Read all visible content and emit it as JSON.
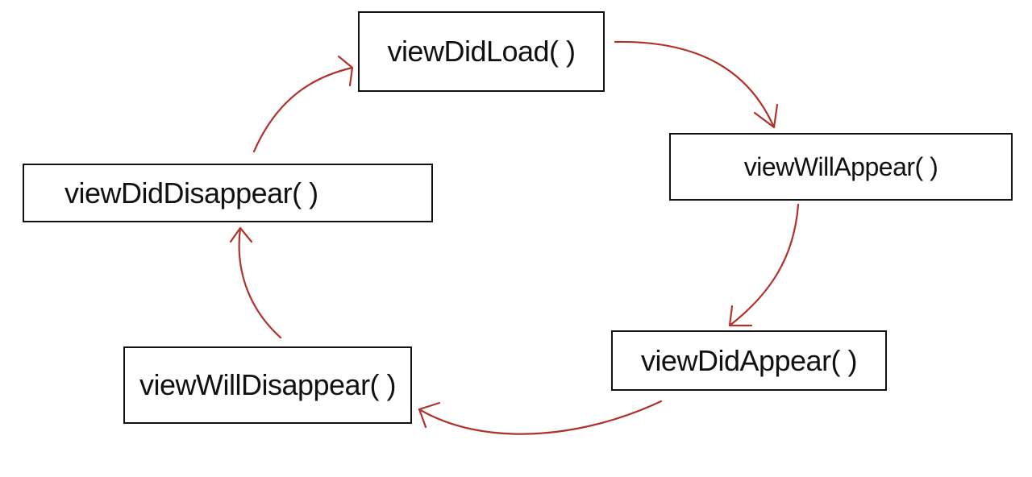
{
  "diagram": {
    "nodes": {
      "view_did_load": "viewDidLoad( )",
      "view_will_appear": "viewWillAppear( )",
      "view_did_appear": "viewDidAppear( )",
      "view_will_disappear": "viewWillDisappear( )",
      "view_did_disappear": "viewDidDisappear( )"
    },
    "edges": [
      {
        "from": "view_did_load",
        "to": "view_will_appear"
      },
      {
        "from": "view_will_appear",
        "to": "view_did_appear"
      },
      {
        "from": "view_did_appear",
        "to": "view_will_disappear"
      },
      {
        "from": "view_will_disappear",
        "to": "view_did_disappear"
      },
      {
        "from": "view_did_disappear",
        "to": "view_did_load"
      }
    ],
    "colors": {
      "arrow": "#b0332b",
      "box_border": "#111111",
      "text": "#111111",
      "background": "#ffffff"
    }
  }
}
